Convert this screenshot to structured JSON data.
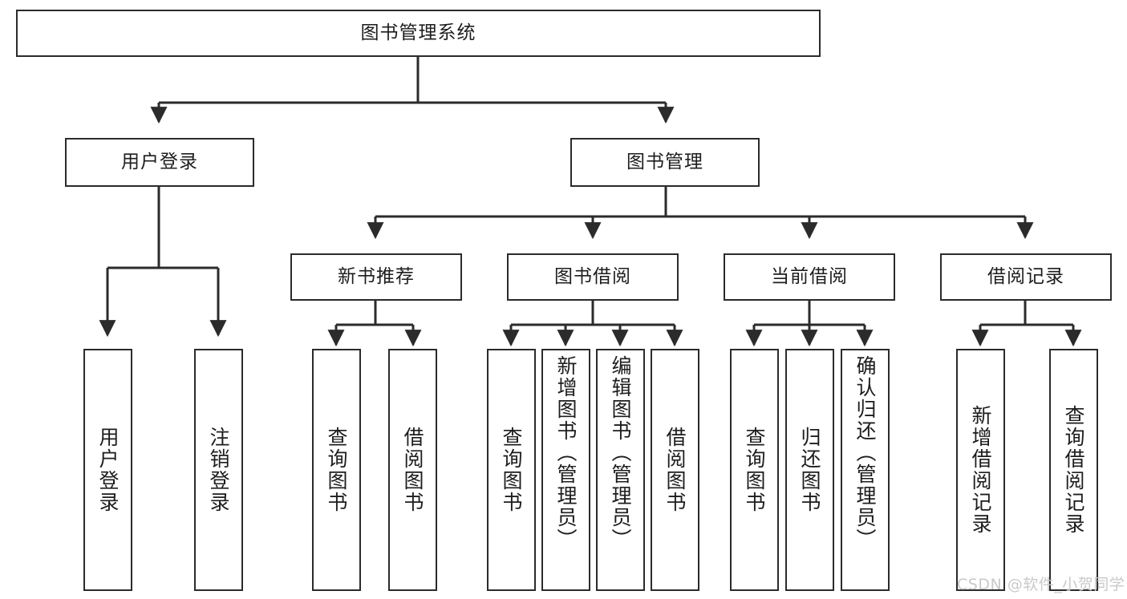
{
  "diagram": {
    "type": "hierarchy-tree",
    "title": "图书管理系统",
    "watermark": "CSDN @软件_小贺同学",
    "colors": {
      "box_border": "#2b2b2b",
      "box_fill": "#ffffff",
      "edge": "#2b2b2b",
      "text": "#1d1d1d",
      "watermark": "#c9c9c9",
      "background": "#ffffff"
    },
    "nodes": {
      "root": {
        "label": "图书管理系统"
      },
      "level2": [
        {
          "id": "user-login",
          "label": "用户登录"
        },
        {
          "id": "book-manage",
          "label": "图书管理"
        }
      ],
      "level3": [
        {
          "id": "new-book-recommend",
          "label": "新书推荐"
        },
        {
          "id": "book-borrow",
          "label": "图书借阅"
        },
        {
          "id": "current-borrow",
          "label": "当前借阅"
        },
        {
          "id": "borrow-record",
          "label": "借阅记录"
        }
      ],
      "leaves": {
        "user_login": [
          {
            "id": "leaf-user-login",
            "label": "用户登录"
          },
          {
            "id": "leaf-logout-login",
            "label": "注销登录"
          }
        ],
        "new_book_recommend": [
          {
            "id": "leaf-query-book-1",
            "label": "查询图书"
          },
          {
            "id": "leaf-borrow-book-1",
            "label": "借阅图书"
          }
        ],
        "book_borrow": [
          {
            "id": "leaf-query-book-2",
            "label": "查询图书"
          },
          {
            "id": "leaf-add-book",
            "label": "新增图书（管理员）"
          },
          {
            "id": "leaf-edit-book",
            "label": "编辑图书（管理员）"
          },
          {
            "id": "leaf-borrow-book-2",
            "label": "借阅图书"
          }
        ],
        "current_borrow": [
          {
            "id": "leaf-query-book-3",
            "label": "查询图书"
          },
          {
            "id": "leaf-return-book",
            "label": "归还图书"
          },
          {
            "id": "leaf-confirm-return",
            "label": "确认归还（管理员）"
          }
        ],
        "borrow_record": [
          {
            "id": "leaf-add-record",
            "label": "新增借阅记录"
          },
          {
            "id": "leaf-query-record",
            "label": "查询借阅记录"
          }
        ]
      }
    },
    "edges": [
      {
        "from": "图书管理系统",
        "to": "用户登录"
      },
      {
        "from": "图书管理系统",
        "to": "图书管理"
      },
      {
        "from": "图书管理",
        "to": "新书推荐"
      },
      {
        "from": "图书管理",
        "to": "图书借阅"
      },
      {
        "from": "图书管理",
        "to": "当前借阅"
      },
      {
        "from": "图书管理",
        "to": "借阅记录"
      },
      {
        "from": "用户登录",
        "to": "用户登录"
      },
      {
        "from": "用户登录",
        "to": "注销登录"
      },
      {
        "from": "新书推荐",
        "to": "查询图书"
      },
      {
        "from": "新书推荐",
        "to": "借阅图书"
      },
      {
        "from": "图书借阅",
        "to": "查询图书"
      },
      {
        "from": "图书借阅",
        "to": "新增图书（管理员）"
      },
      {
        "from": "图书借阅",
        "to": "编辑图书（管理员）"
      },
      {
        "from": "图书借阅",
        "to": "借阅图书"
      },
      {
        "from": "当前借阅",
        "to": "查询图书"
      },
      {
        "from": "当前借阅",
        "to": "归还图书"
      },
      {
        "from": "当前借阅",
        "to": "确认归还（管理员）"
      },
      {
        "from": "借阅记录",
        "to": "新增借阅记录"
      },
      {
        "from": "借阅记录",
        "to": "查询借阅记录"
      }
    ]
  }
}
